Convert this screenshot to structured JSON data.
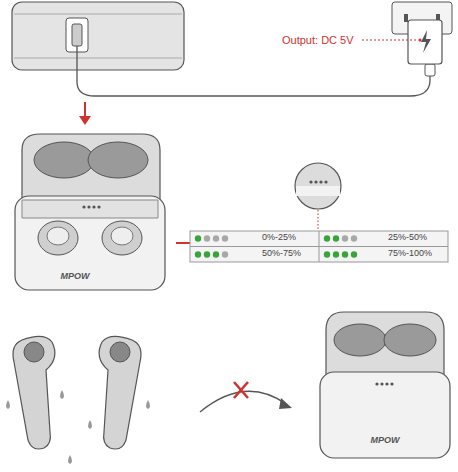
{
  "diagram": {
    "labels": [
      "Output: DC 5V",
      "0%-25%",
      "25%-50%",
      "50%-75%",
      "75%-100%",
      "MPOW",
      "MPOW"
    ]
  }
}
